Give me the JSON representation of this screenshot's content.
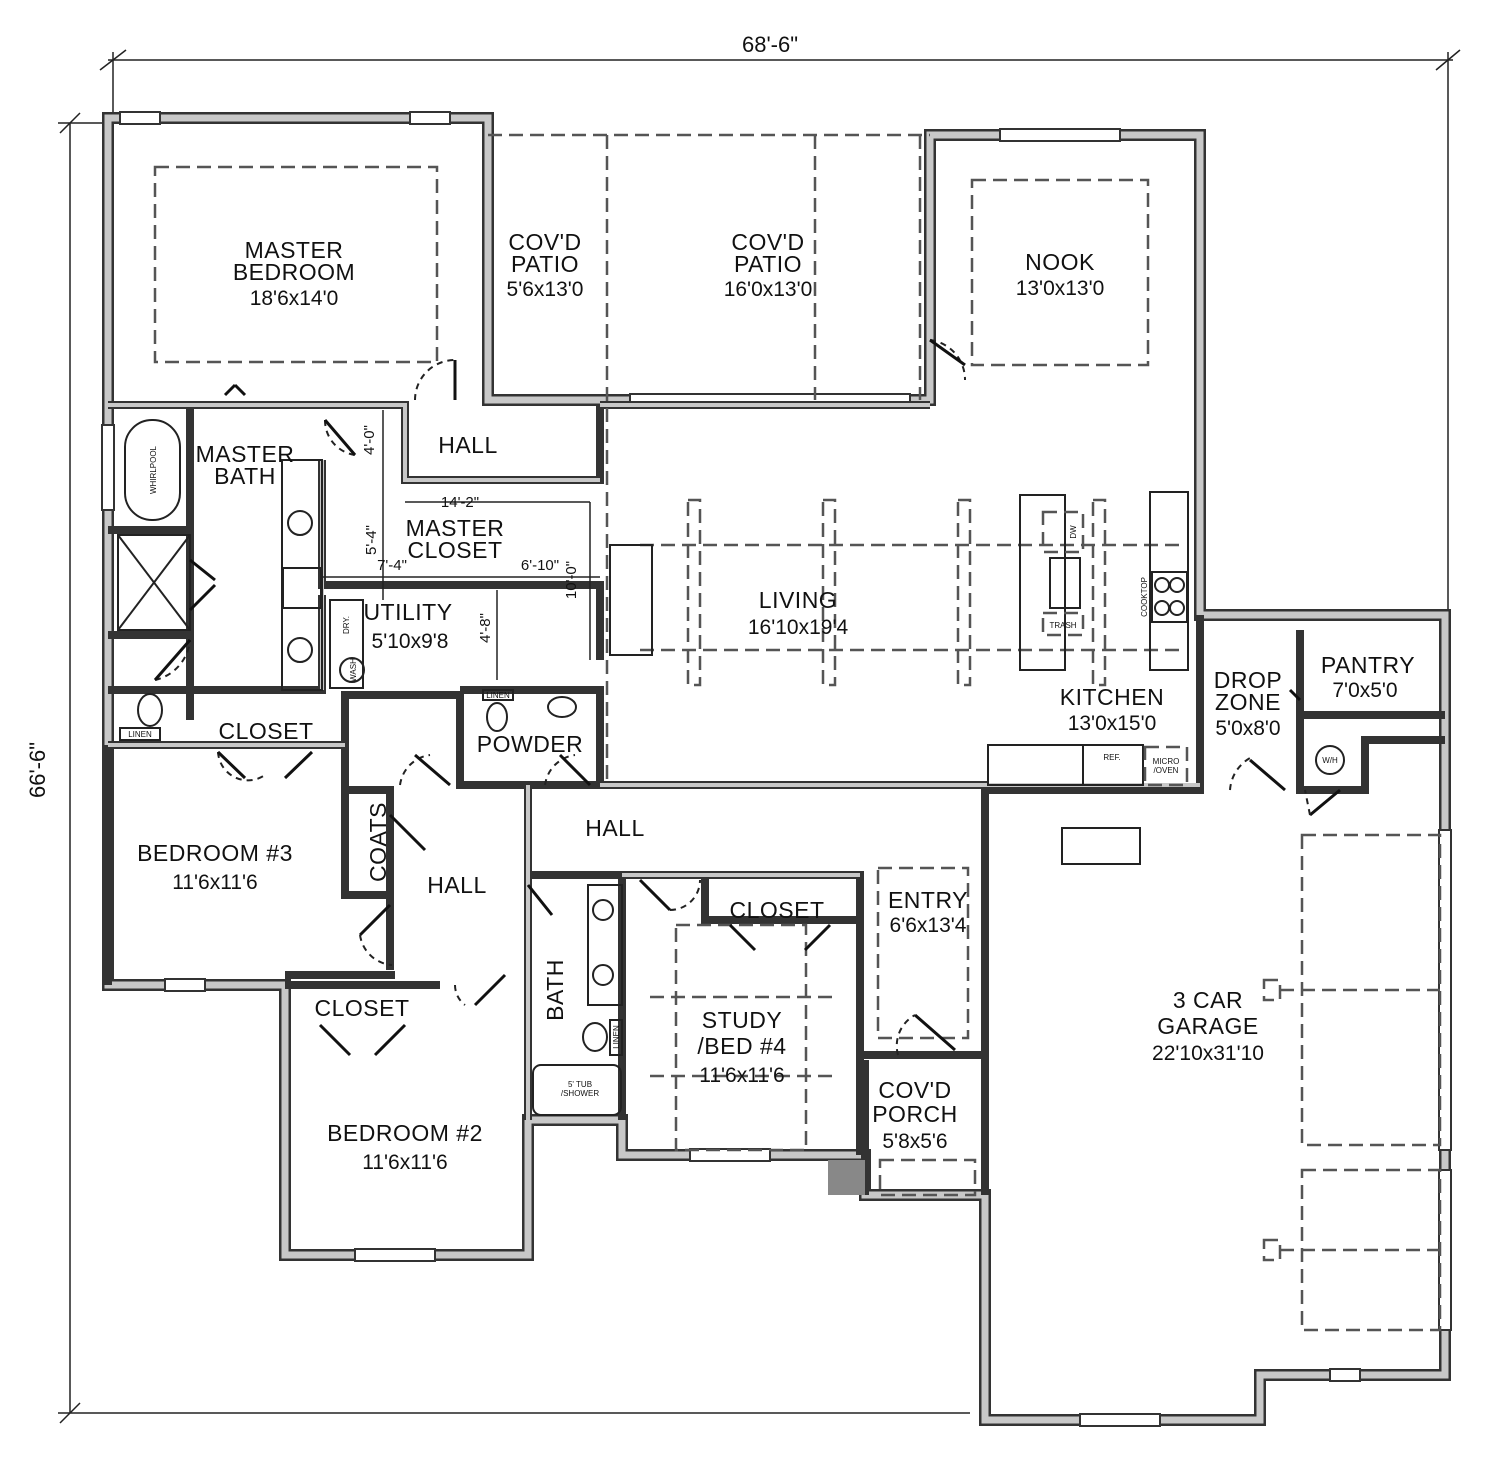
{
  "dimensions": {
    "width": "68'-6\"",
    "depth": "66'-6\""
  },
  "rooms": {
    "master_bedroom": {
      "name1": "MASTER",
      "name2": "BEDROOM",
      "size": "18'6x14'0"
    },
    "patio1": {
      "name1": "COV'D",
      "name2": "PATIO",
      "size": "5'6x13'0"
    },
    "patio2": {
      "name1": "COV'D",
      "name2": "PATIO",
      "size": "16'0x13'0"
    },
    "nook": {
      "name": "NOOK",
      "size": "13'0x13'0"
    },
    "hall_top": {
      "name": "HALL"
    },
    "master_bath": {
      "name1": "MASTER",
      "name2": "BATH"
    },
    "master_closet": {
      "name1": "MASTER",
      "name2": "CLOSET"
    },
    "utility": {
      "name": "UTILITY",
      "size": "5'10x9'8"
    },
    "living": {
      "name": "LIVING",
      "size": "16'10x19'4"
    },
    "kitchen": {
      "name": "KITCHEN",
      "size": "13'0x15'0"
    },
    "drop_zone": {
      "name1": "DROP",
      "name2": "ZONE",
      "size": "5'0x8'0"
    },
    "pantry": {
      "name": "PANTRY",
      "size": "7'0x5'0"
    },
    "closet_b3": {
      "name": "CLOSET"
    },
    "powder": {
      "name": "POWDER"
    },
    "hall_mid": {
      "name": "HALL"
    },
    "coats": {
      "name": "COATS"
    },
    "bedroom3": {
      "name": "BEDROOM #3",
      "size": "11'6x11'6"
    },
    "hall_left": {
      "name": "HALL"
    },
    "closet_study": {
      "name": "CLOSET"
    },
    "entry": {
      "name": "ENTRY",
      "size": "6'6x13'4"
    },
    "bath": {
      "name": "BATH"
    },
    "closet_b2": {
      "name": "CLOSET"
    },
    "study": {
      "name1": "STUDY",
      "name2": "/BED #4",
      "size": "11'6x11'6"
    },
    "garage": {
      "name1": "3 CAR",
      "name2": "GARAGE",
      "size": "22'10x31'10"
    },
    "porch": {
      "name1": "COV'D",
      "name2": "PORCH",
      "size": "5'8x5'6"
    },
    "bedroom2": {
      "name": "BEDROOM #2",
      "size": "11'6x11'6"
    }
  },
  "closet_dims": [
    "4'-0\"",
    "14'-2\"",
    "5'-4\"",
    "7'-4\"",
    "6'-10\"",
    "10'-0\"",
    "4'-8\""
  ],
  "fixtures": {
    "linen": "LINEN",
    "dryer": "DRY.",
    "washer": "WASH",
    "dishwasher": "DW",
    "trash": "TRASH",
    "cooktop": "COOKTOP",
    "ref": "REF.",
    "micro1": "MICRO",
    "micro2": "/OVEN",
    "water_heater": "W/H",
    "tub1": "5' TUB",
    "tub2": "/SHOWER",
    "whirlpool": "WHIRLPOOL"
  }
}
